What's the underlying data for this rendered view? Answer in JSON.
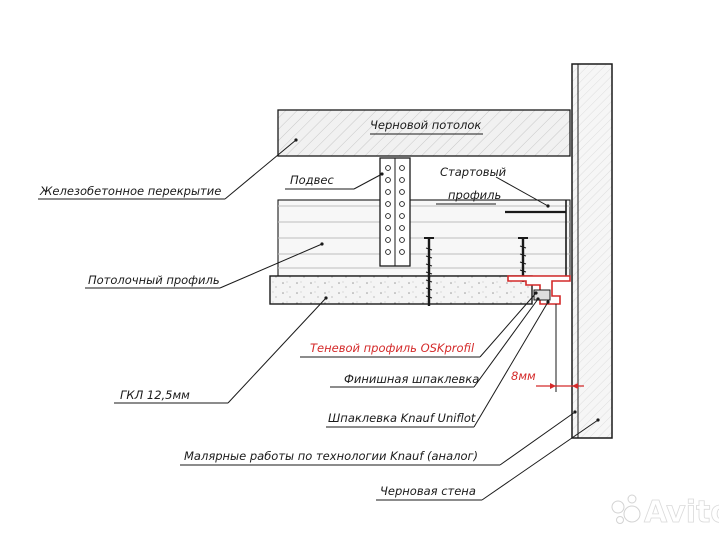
{
  "labels": {
    "rough_ceiling": "Черновой потолок",
    "slab": "Железобетонное перекрытие",
    "hanger": "Подвес",
    "start_profile_line1": "Стартовый",
    "start_profile_line2": "профиль",
    "ceiling_profile": "Потолочный профиль",
    "shadow_profile": "Теневой профиль OSKprofil",
    "finish_putty": "Финишная шпаклевка",
    "gap": "8мм",
    "gkl": "ГКЛ 12,5мм",
    "knauf_putty": "Шпаклевка Knauf Uniflot",
    "painting": "Малярные работы по технологии Knauf (аналог)",
    "rough_wall": "Черновая стена"
  },
  "watermark": {
    "text": "Avito"
  },
  "colors": {
    "line": "#1a1a1a",
    "accent_red": "#d42a2a",
    "hatch": "#e6e6e6"
  }
}
